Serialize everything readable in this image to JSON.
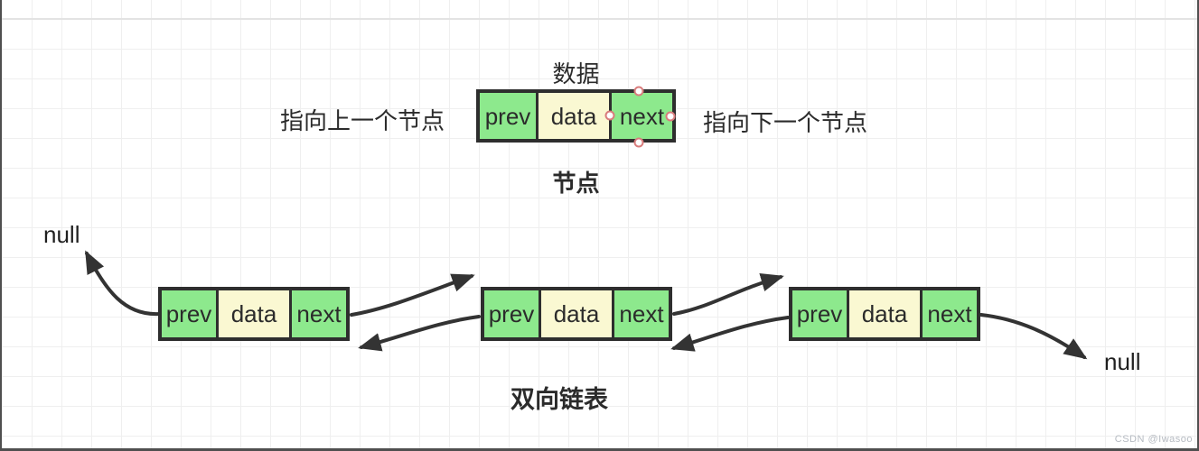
{
  "colors": {
    "cell_green": "#8DE98D",
    "cell_yellow": "#FAF8D2",
    "border_dark": "#2E2E2E",
    "arrow": "#333333",
    "text_dark": "#2B2B2B",
    "grid_line": "#EFEFEF",
    "handle_stroke": "#D97C7C",
    "watermark_gray": "#B6BBC2",
    "edge_dark": "#4F4F4F"
  },
  "node_detail": {
    "data_label": "数据",
    "node_label": "节点",
    "prev_annotation": "指向上一个节点",
    "next_annotation": "指向下一个节点",
    "cells": [
      {
        "label": "prev"
      },
      {
        "label": "data"
      },
      {
        "label": "next"
      }
    ]
  },
  "linked_list": {
    "caption": "双向链表",
    "left_null": "null",
    "right_null": "null",
    "nodes": [
      {
        "cells": [
          {
            "label": "prev"
          },
          {
            "label": "data"
          },
          {
            "label": "next"
          }
        ]
      },
      {
        "cells": [
          {
            "label": "prev"
          },
          {
            "label": "data"
          },
          {
            "label": "next"
          }
        ]
      },
      {
        "cells": [
          {
            "label": "prev"
          },
          {
            "label": "data"
          },
          {
            "label": "next"
          }
        ]
      }
    ]
  },
  "watermark": "CSDN @Iwasoo"
}
